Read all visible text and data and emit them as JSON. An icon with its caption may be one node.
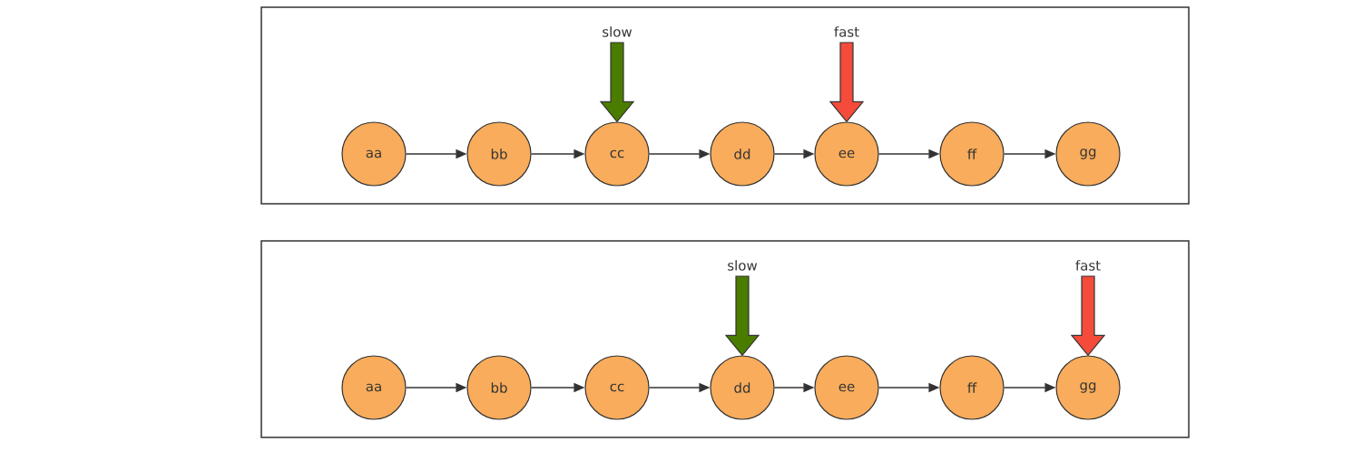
{
  "diagram": {
    "nodes": [
      {
        "text": [],
        "shape": "box"
      },
      {
        "text": [
          "slow"
        ],
        "in": 0
      },
      {
        "text": [
          "fast"
        ],
        "in": 0
      },
      {
        "text": [
          "aa"
        ],
        "in": 0
      },
      {
        "text": [
          "bb"
        ],
        "in": 0
      },
      {
        "text": [
          "cc"
        ],
        "in": 0
      },
      {
        "text": [
          "dd"
        ],
        "in": 0
      },
      {
        "text": [
          "ee"
        ],
        "in": 0
      },
      {
        "text": [
          "ff"
        ],
        "in": 0
      },
      {
        "text": [
          "gg"
        ],
        "in": 0
      },
      {
        "text": [],
        "shape": "box"
      },
      {
        "text": [
          "slow"
        ],
        "in": 10
      },
      {
        "text": [
          "fast"
        ],
        "in": 10
      },
      {
        "text": [
          "aa"
        ],
        "in": 10
      },
      {
        "text": [
          "bb"
        ],
        "in": 10
      },
      {
        "text": [
          "cc"
        ],
        "in": 10
      },
      {
        "text": [
          "dd"
        ],
        "in": 10
      },
      {
        "text": [
          "ee"
        ],
        "in": 10
      },
      {
        "text": [
          "ff"
        ],
        "in": 10
      },
      {
        "text": [
          "gg"
        ],
        "in": 10
      }
    ],
    "edges": [
      {
        "from": 3,
        "to": 4,
        "arrow": "to"
      },
      {
        "from": 4,
        "to": 5,
        "arrow": "to"
      },
      {
        "from": 5,
        "to": 6,
        "arrow": "to"
      },
      {
        "from": 6,
        "to": 7,
        "arrow": "to"
      },
      {
        "from": 7,
        "to": 8,
        "arrow": "to"
      },
      {
        "from": 8,
        "to": 9,
        "arrow": "to"
      },
      {
        "from": 1,
        "to": 5,
        "arrow": "to",
        "style": "thick",
        "color": "#4a7c00"
      },
      {
        "from": 2,
        "to": 7,
        "arrow": "to",
        "style": "thick",
        "color": "#f44b3a"
      },
      {
        "from": 13,
        "to": 14,
        "arrow": "to"
      },
      {
        "from": 14,
        "to": 15,
        "arrow": "to"
      },
      {
        "from": 15,
        "to": 16,
        "arrow": "to"
      },
      {
        "from": 16,
        "to": 17,
        "arrow": "to"
      },
      {
        "from": 17,
        "to": 18,
        "arrow": "to"
      },
      {
        "from": 18,
        "to": 19,
        "arrow": "to"
      },
      {
        "from": 11,
        "to": 16,
        "arrow": "to",
        "style": "thick",
        "color": "#4a7c00"
      },
      {
        "from": 12,
        "to": 19,
        "arrow": "to",
        "style": "thick",
        "color": "#f44b3a"
      }
    ]
  }
}
